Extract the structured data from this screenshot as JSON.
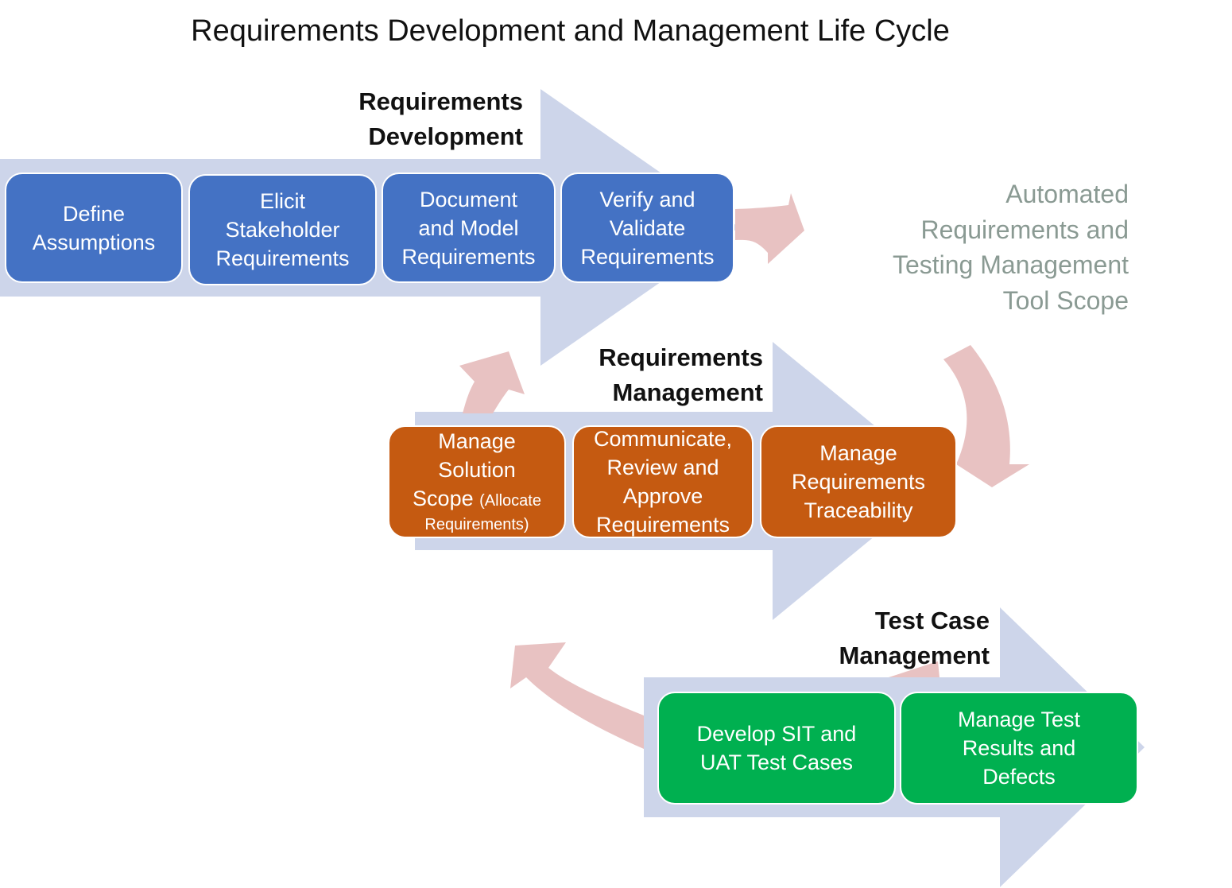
{
  "title": "Requirements Development and Management Life Cycle",
  "colors": {
    "big_arrow": "#cdd5ea",
    "curved_arrow": "#e8c2c2",
    "development": "#4472c4",
    "management": "#c55a11",
    "testing": "#00b050",
    "scope_text": "#8a9a93"
  },
  "phases": {
    "development": {
      "label_lines": [
        "Requirements",
        "Development"
      ],
      "steps": [
        {
          "lines": [
            "Define",
            "Assumptions"
          ]
        },
        {
          "lines": [
            "Elicit",
            "Stakeholder",
            "Requirements"
          ]
        },
        {
          "lines": [
            "Document",
            "and Model",
            "Requirements"
          ]
        },
        {
          "lines": [
            "Verify and",
            "Validate",
            "Requirements"
          ]
        }
      ]
    },
    "management": {
      "label_lines": [
        "Requirements",
        "Management"
      ],
      "steps": [
        {
          "lines": [
            "Manage",
            "Solution",
            "Scope"
          ],
          "note_lines": [
            "(Allocate",
            "Requirements)"
          ]
        },
        {
          "lines": [
            "Communicate,",
            "Review and",
            "Approve",
            "Requirements"
          ]
        },
        {
          "lines": [
            "Manage",
            "Requirements",
            "Traceability"
          ]
        }
      ]
    },
    "testing": {
      "label_lines": [
        "Test Case",
        "Management"
      ],
      "steps": [
        {
          "lines": [
            "Develop SIT and",
            "UAT Test Cases"
          ]
        },
        {
          "lines": [
            "Manage Test",
            "Results and",
            "Defects"
          ]
        }
      ]
    }
  },
  "scope_note": {
    "lines": [
      "Automated",
      "Requirements and",
      "Testing Management",
      "Tool Scope"
    ]
  }
}
